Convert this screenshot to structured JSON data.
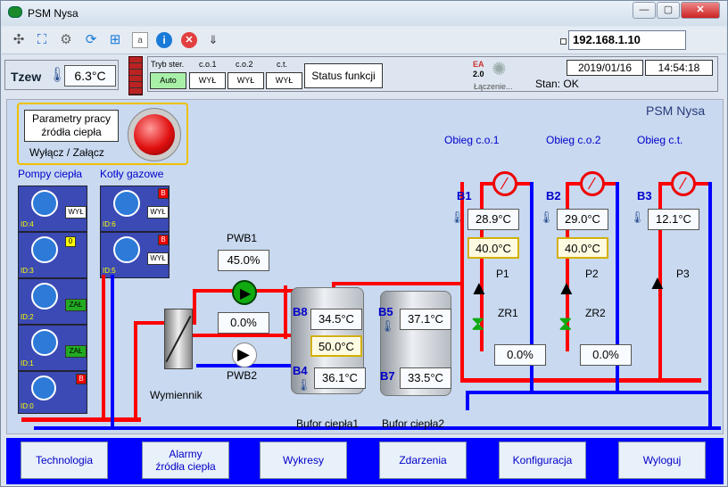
{
  "window": {
    "title": "PSM Nysa",
    "min": "—",
    "max": "▢",
    "close": "✕"
  },
  "toolbar": {
    "icons": [
      "network-icon",
      "fullscreen-icon",
      "gear-icon",
      "refresh-icon",
      "windows-icon",
      "file-icon",
      "info-icon",
      "stop-icon",
      "export-icon"
    ],
    "ip": "192.168.1.10"
  },
  "status": {
    "tzew_label": "Tzew",
    "tzew_value": "6.3°C",
    "tryb_label": "Tryb ster.",
    "tryb_value": "Auto",
    "co1_label": "c.o.1",
    "co1_value": "WYŁ",
    "co2_label": "c.o.2",
    "co2_value": "WYŁ",
    "ct_label": "c.t.",
    "ct_value": "WYŁ",
    "status_button": "Status funkcji",
    "ea_label": "EA",
    "version": "2.0",
    "connecting": "Łączenie...",
    "date": "2019/01/16",
    "time": "14:54:18",
    "state": "Stan: OK"
  },
  "main": {
    "brand": "PSM Nysa",
    "params_button": "Parametry pracy\nźródła ciepła",
    "onoff_label": "Wyłącz / Załącz",
    "pumps_label": "Pompy ciepła",
    "boilers_label": "Kotły gazowe",
    "pumps": [
      {
        "id": "ID:4",
        "state": "WYŁ"
      },
      {
        "id": "ID:3",
        "state": "",
        "badge": "0"
      },
      {
        "id": "ID:2",
        "state": "ZAŁ"
      },
      {
        "id": "ID:1",
        "state": "ZAŁ"
      },
      {
        "id": "ID:0",
        "state": "",
        "badge": "B"
      }
    ],
    "boilers": [
      {
        "id": "ID:6",
        "state": "WYŁ",
        "badge": "B"
      },
      {
        "id": "ID:5",
        "state": "WYŁ",
        "badge": "B"
      }
    ],
    "pwb1_label": "PWB1",
    "pwb1_value": "45.0%",
    "pwb2_label": "PWB2",
    "pwb2_value": "0.0%",
    "exchanger_label": "Wymiennik",
    "b8_label": "B8",
    "b8_value": "34.5°C",
    "b8_set": "50.0°C",
    "b4_label": "B4",
    "b4_value": "36.1°C",
    "b5_label": "B5",
    "b5_value": "37.1°C",
    "b7_label": "B7",
    "b7_value": "33.5°C",
    "tank1_label": "Bufor ciepła1",
    "tank2_label": "Bufor ciepła2",
    "circuits": [
      {
        "title": "Obieg c.o.1",
        "sensor": "B1",
        "temp": "28.9°C",
        "set": "40.0°C",
        "pump": "P1",
        "valve": "ZR1",
        "valve_value": "0.0%"
      },
      {
        "title": "Obieg c.o.2",
        "sensor": "B2",
        "temp": "29.0°C",
        "set": "40.0°C",
        "pump": "P2",
        "valve": "ZR2",
        "valve_value": "0.0%"
      },
      {
        "title": "Obieg c.t.",
        "sensor": "B3",
        "temp": "12.1°C",
        "pump": "P3"
      }
    ]
  },
  "nav": {
    "technologia": "Technologia",
    "alarmy": "Alarmy\nźródła ciepła",
    "wykresy": "Wykresy",
    "zdarzenia": "Zdarzenia",
    "konfiguracja": "Konfiguracja",
    "wyloguj": "Wyloguj"
  }
}
